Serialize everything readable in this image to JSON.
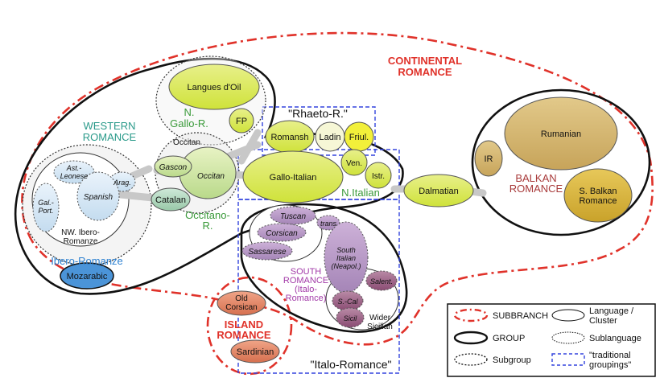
{
  "diagram": {
    "title_subbranch_continental": [
      "CONTINENTAL",
      "ROMANCE"
    ],
    "title_subbranch_island": [
      "ISLAND",
      "ROMANCE"
    ],
    "western_romance": [
      "WESTERN",
      "ROMANCE"
    ],
    "balkan_romance": [
      "BALKAN",
      "ROMANCE"
    ],
    "south_romance": [
      "SOUTH",
      "ROMANCE",
      "(Italo-",
      "Romance)"
    ],
    "ibero_romanze": "Ibero-Romanze",
    "nw_ibero": [
      "NW. Ibero-",
      "Romanze"
    ],
    "n_gallo": [
      "N.",
      "Gallo-R."
    ],
    "occitano": [
      "Occitano-",
      "R."
    ],
    "rhaeto": "\"Rhaeto-R.\"",
    "n_italian": "N.Italian",
    "italo_romance": "\"Italo-Romance\"",
    "occitan_group": "Occitan",
    "languages": {
      "langues_doil": "Langues d'Oil",
      "fp": "FP",
      "romansh": "Romansh",
      "ladin": "Ladin",
      "friul": "Friul.",
      "gallo_italian": "Gallo-Italian",
      "ven": "Ven.",
      "istr": "Istr.",
      "dalmatian": "Dalmatian",
      "rumanian": "Rumanian",
      "ir": "IR",
      "s_balkan": [
        "S. Balkan",
        "Romance"
      ],
      "gascon": "Gascon",
      "occitan": "Occitan",
      "catalan": "Catalan",
      "ast_leonese": [
        "Ast.-",
        "Leonese"
      ],
      "arag": "Arag.",
      "gal_port": [
        "Gal.-",
        "Port."
      ],
      "spanish": "Spanish",
      "mozarabic": "Mozarabic",
      "tuscan": "Tuscan",
      "trans": "trans",
      "corsican": "Corsican",
      "sassarese": "Sassarese",
      "south_italian": [
        "South",
        "Italian",
        "(Neapol.)"
      ],
      "salent": "Salent.",
      "s_cal": "S.-Cal",
      "sicil": "Sicil",
      "wider_sicilian": [
        "Wider",
        "Sicilian"
      ],
      "old_corsican": [
        "Old",
        "Corsican"
      ],
      "sardinian": "Sardinian"
    }
  },
  "legend": {
    "subbranch": "SUBBRANCH",
    "group": "GROUP",
    "subgroup": "Subgroup",
    "language_cluster": [
      "Language /",
      "Cluster"
    ],
    "sublanguage": "Sublanguage",
    "traditional": [
      "\"traditional",
      "groupings\""
    ]
  },
  "colors": {
    "subbranch_red": "#e0322a",
    "western_teal": "#2a9a8a",
    "balkan_red": "#a83a3a",
    "south_purple": "#a23aa8",
    "ibero_blue": "#2a7fd0",
    "n_gallo_green": "#3a9a3a",
    "traditional_blue": "#3344dd"
  }
}
